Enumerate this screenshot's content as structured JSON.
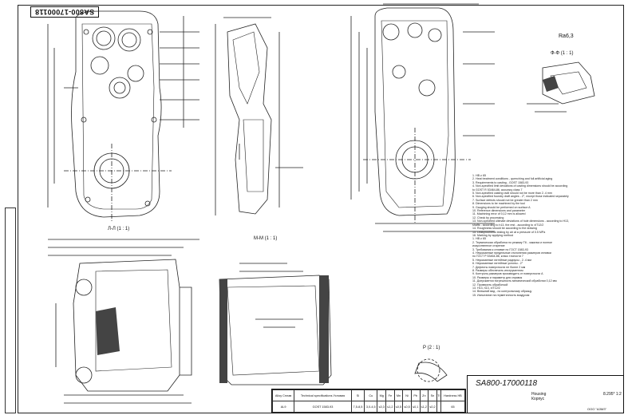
{
  "drawing": {
    "number": "SA800-17000118",
    "number_stamp": "SA800-17000118",
    "part_name_line1": "Housing",
    "part_name_line2": "Корпус",
    "mass": "8.295*",
    "scale": "1:2",
    "organization": "ООО \"АЗМЗ\""
  },
  "section_labels": {
    "ll": "Л-Л (1 : 1)",
    "mm": "М-М (1 : 1)",
    "ff": "Ф-Ф (1 : 1)",
    "p": "Р (2 : 1)",
    "roughness": "Ra6,3"
  },
  "notes": [
    "1. HB ≥ 65",
    "2. Heat treatment conditions - quenching and full artificial aging",
    "3. Requirements to casting - GOST 1583-93",
    "4. Non-specified limit deviations of casting dimensions should be according",
    "to GOST R 53464-86, accuracy class 7",
    "5. Non-specified casting radii should not be more than 2..4 mm",
    "6. Non-specified foundry draft angles - 2°, except those indicated separately",
    "7. Surface defects should not be greater than 2 mm",
    "8. Dimensions to be machined by the tool",
    "9. Gauging should be performed on surface A",
    "10. Reference dimensions and parameter",
    "11. Machining error of 0,12 mm is allowed",
    "12. Check by processing",
    "13. Non-specified ultimate deviations of hole dimensions - according to H13,",
    "shafts - according to h13, the rest - according to ±IT12/2",
    "14. Roughness should be according to the drawing",
    "15. Leakproofness testing by air at a pressure of 0.5 MPa",
    "16. Marking by applying method",
    "",
    "1. HB ≥ 65",
    "2. Термическая обработка по режиму Т6 - закалка и полное",
    "искусственное старение",
    "3. Требования к отливке по ГОСТ 1583-93",
    "4. Неуказанные предельные отклонения размеров отливки",
    "по ГОСТ Р 53464-86, класс точности 7",
    "5. Неуказанные литейные радиусы - 2..4 мм",
    "6. Неуказанные литейные уклоны - 2°",
    "7. Дефекты поверхности не более 2 мм",
    "8. Размеры обеспечить инструментом",
    "9. Контроль размеров производить от поверхности А",
    "10. Размеры и параметр для справок",
    "11. Допускается погрешность механической обработки 0,12 мм",
    "12. Проверить обработкой",
    "13. Н13, h13, ±IT12/2",
    "14. Внешний вид - по контрольному образцу",
    "15. Испытание на герметичность воздухом",
    "16. Маркировать ударным способом"
  ],
  "material_table": {
    "headers": [
      "Alloy Сплав",
      "Technical specifications Условия",
      "Si",
      "Cu",
      "Mg",
      "Fe",
      "Mn",
      "Ni",
      "Pb",
      "Zn",
      "Sn",
      "Ti",
      "Hardness HB"
    ],
    "row": [
      "AL9",
      "GOST 1583-93",
      "7,5-8,5",
      "3,0-4,5",
      "≤0,3",
      "≤1,2",
      "≤0,5",
      "≤0,5",
      "≤0,1",
      "≤1,2",
      "≤0,2",
      "",
      "65"
    ]
  }
}
